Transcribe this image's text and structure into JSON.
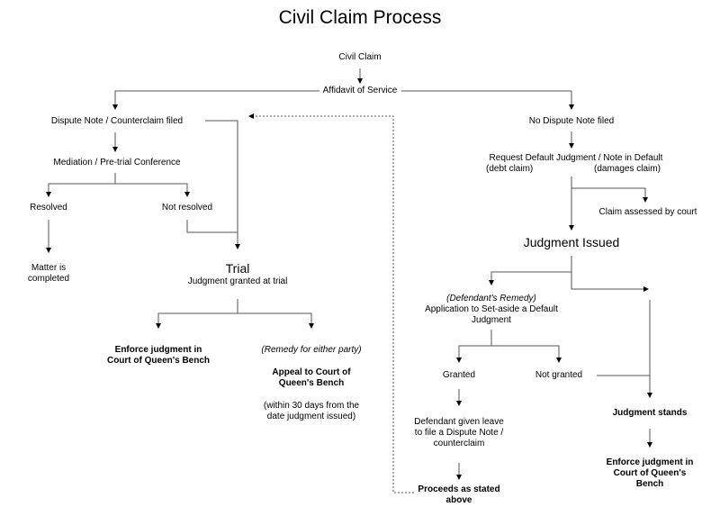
{
  "title": "Civil Claim Process",
  "nodes": {
    "civil_claim": "Civil Claim",
    "affidavit": "Affidavit of Service",
    "dispute_filed": "Dispute Note / Counterclaim filed",
    "mediation": "Mediation / Pre-trial Conference",
    "resolved": "Resolved",
    "not_resolved": "Not resolved",
    "matter_completed": "Matter is\ncompleted",
    "trial": "Trial",
    "trial_judgment": "Judgment granted at trial",
    "enforce_left": "Enforce judgment in\nCourt of Queen's Bench",
    "remedy_either": "(Remedy for either party)",
    "appeal": "Appeal to Court of\nQueen's Bench",
    "appeal_deadline": "(within 30 days from the\ndate judgment issued)",
    "no_dispute": "No Dispute Note filed",
    "request_default": "Request Default Judgment / Note in Default",
    "debt_claim": "(debt claim)",
    "damages_claim": "(damages claim)",
    "claim_assessed": "Claim assessed by court",
    "judgment_issued": "Judgment Issued",
    "defendants_remedy": "(Defendant's Remedy)",
    "set_aside": "Application to Set-aside a Default\nJudgment",
    "granted": "Granted",
    "not_granted": "Not granted",
    "leave_to_file": "Defendant given leave\nto file a Dispute Note /\ncounterclaim",
    "proceeds": "Proceeds as stated\nabove",
    "judgment_stands": "Judgment stands",
    "enforce_right": "Enforce judgment in\nCourt of Queen's\nBench"
  }
}
